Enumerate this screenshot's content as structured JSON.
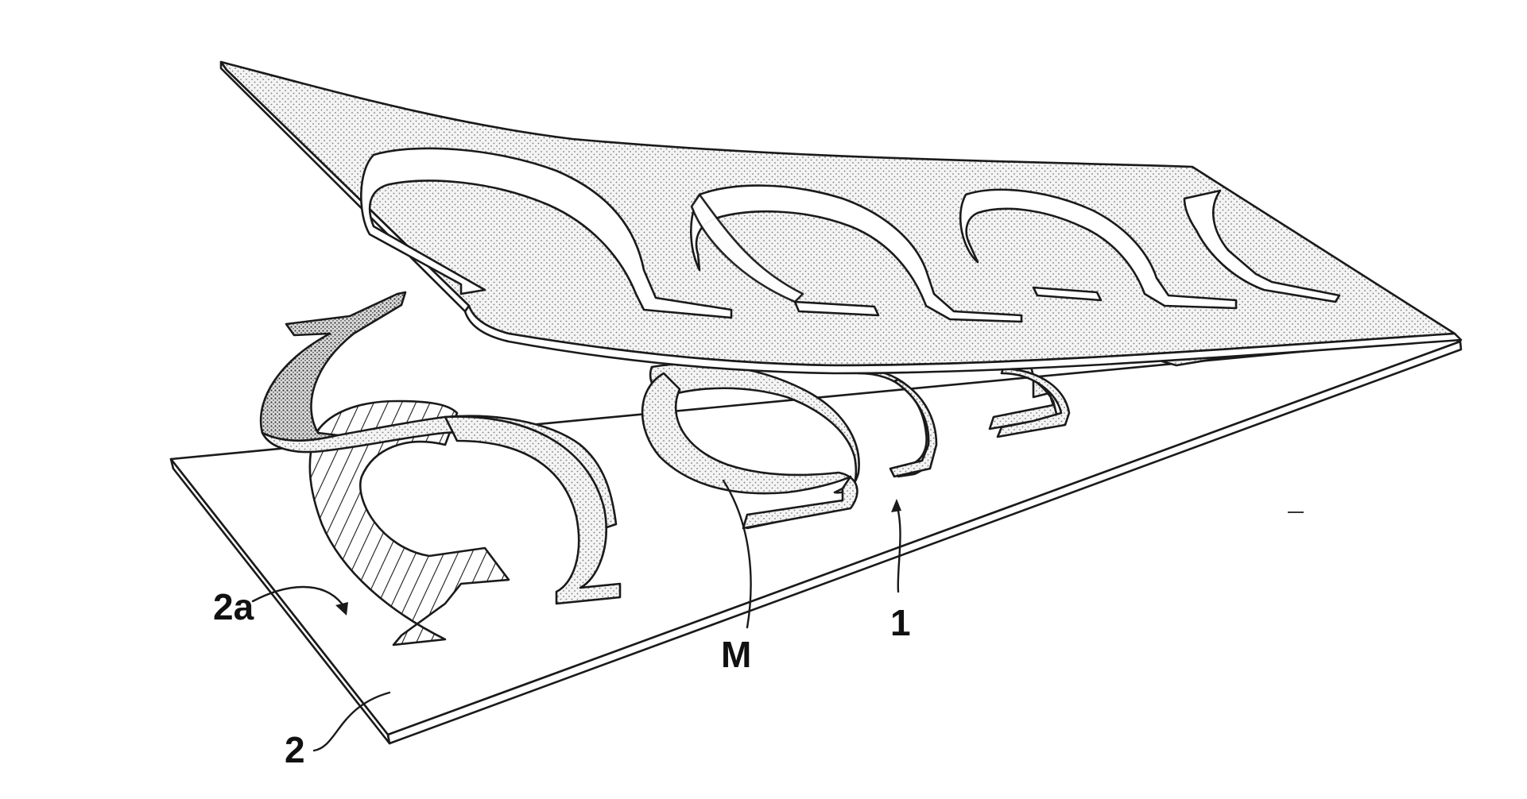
{
  "figure": {
    "labels": {
      "sheet_1": "1",
      "base_2": "2",
      "recess_2a": "2a",
      "material_M": "M"
    },
    "colors": {
      "line": "#1a1a1a",
      "paper": "#ffffff",
      "stipple": "#9a9a9a",
      "sheet_fill": "#f1f1f1"
    }
  }
}
